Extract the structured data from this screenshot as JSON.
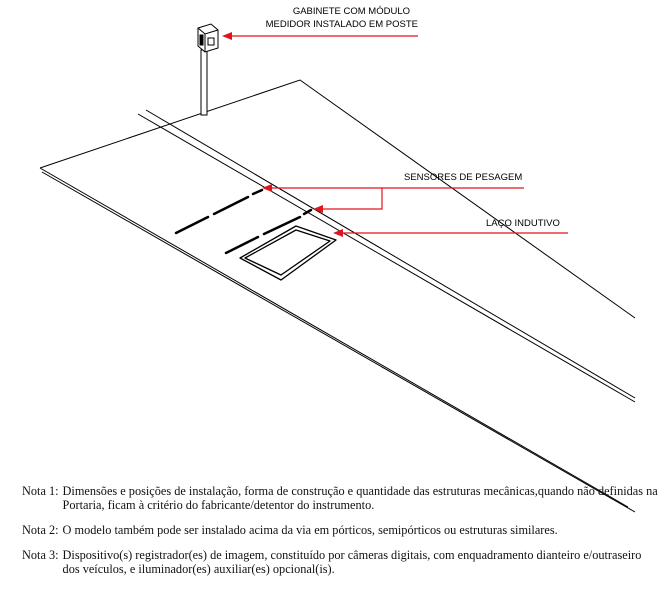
{
  "labels": {
    "cabinet": [
      "GABINETE COM MÓDULO",
      "MEDIDOR INSTALADO EM POSTE"
    ],
    "sensors": "SENSORES DE PESAGEM",
    "loop": "LAÇO INDUTIVO"
  },
  "colors": {
    "arrow": "#e0141e",
    "line": "#000000"
  },
  "notes": [
    {
      "label": "Nota 1:",
      "text": "Dimensões e posições de instalação, forma de construção e quantidade das estruturas mecânicas,quando não definidas na Portaria, ficam à critério do fabricante/detentor do instrumento."
    },
    {
      "label": "Nota 2:",
      "text": "O modelo também pode ser instalado acima da via em pórticos, semipórticos ou estruturas similares."
    },
    {
      "label": "Nota 3:",
      "text": "Dispositivo(s) registrador(es) de imagem, constituído por câmeras digitais, com enquadramento dianteiro e/outraseiro dos veículos, e iluminador(es) auxiliar(es) opcional(is)."
    }
  ]
}
